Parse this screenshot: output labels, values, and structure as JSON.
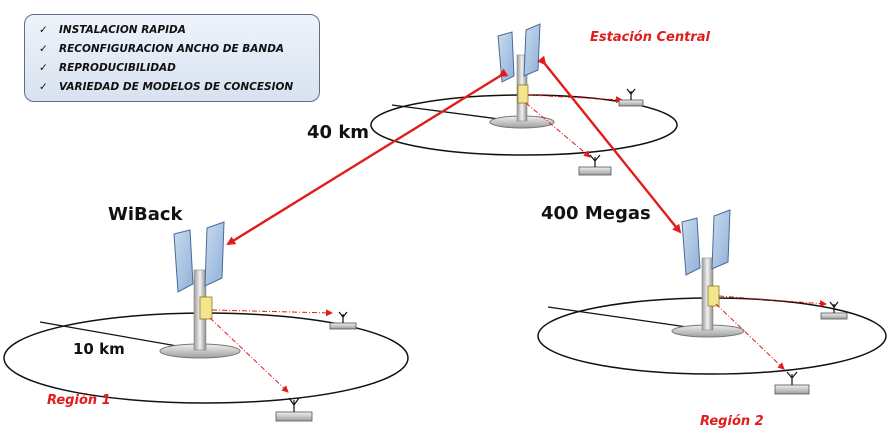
{
  "features": {
    "check_icon": "check-mark-icon",
    "items": [
      "INSTALACION RAPIDA",
      "RECONFIGURACION ANCHO DE BANDA",
      "REPRODUCIBILIDAD",
      "VARIEDAD DE MODELOS DE CONCESION"
    ]
  },
  "labels": {
    "central_station": "Estación Central",
    "distance_link": "40 km",
    "wiback": "WiBack",
    "bandwidth_link": "400 Megas",
    "region1_radius": "10 km",
    "region1": "Región 1",
    "region2": "Región 2"
  },
  "colors": {
    "link_red": "#e21b1b",
    "label_red": "#e21b1b",
    "panel_blue": "#a9c4e4",
    "device_yellow": "#f3e58c"
  }
}
